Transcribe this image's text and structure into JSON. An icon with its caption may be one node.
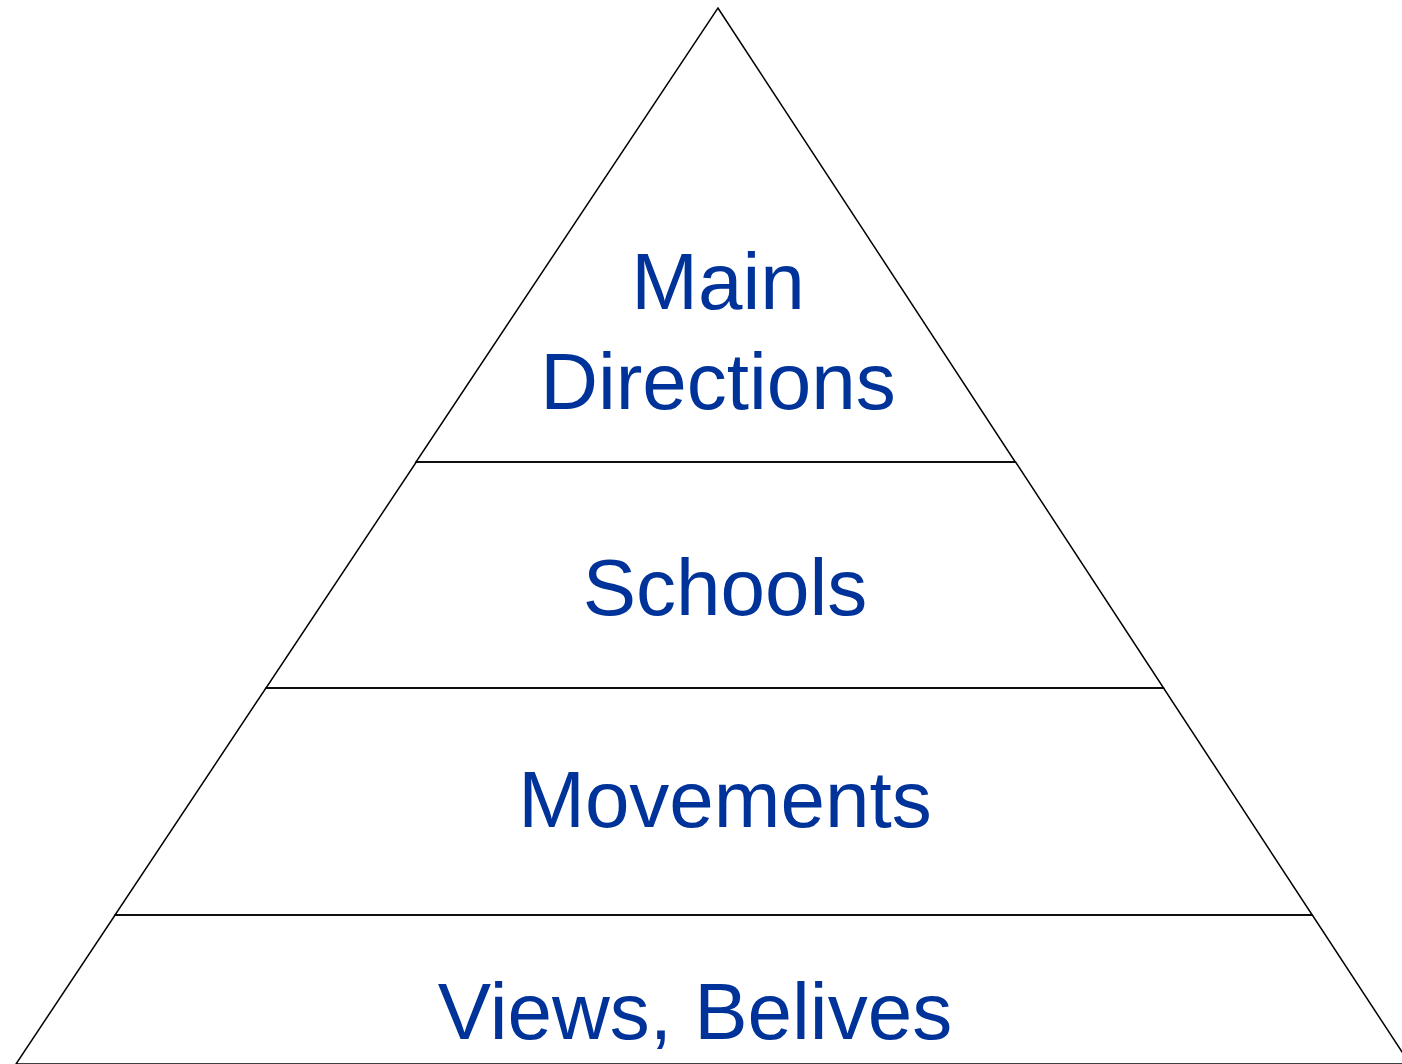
{
  "diagram": {
    "nodes": [
      {
        "text": [
          "Main Directions"
        ]
      },
      {
        "text": [
          "Schools"
        ]
      },
      {
        "text": [
          "Movements"
        ]
      },
      {
        "text": [
          "Views, Belives"
        ]
      }
    ]
  }
}
